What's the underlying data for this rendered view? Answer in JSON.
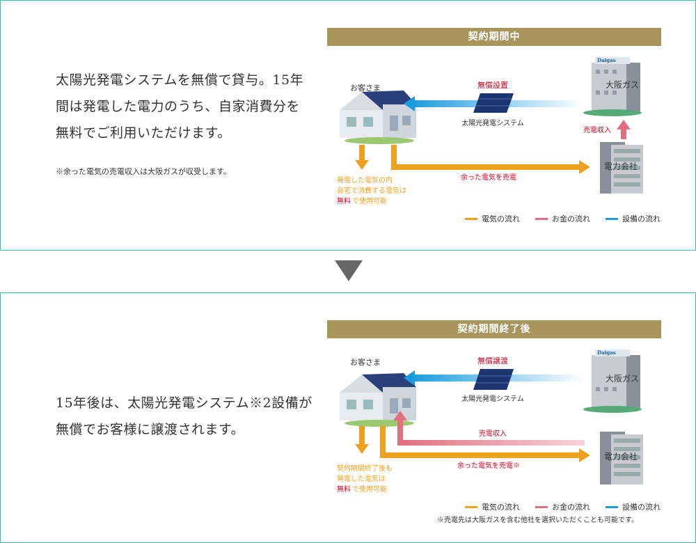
{
  "panel1": {
    "lead": "太陽光発電システムを無償で貸与。15年間は発電した電力のうち、自家消費分を無料でご利用いただけます。",
    "note": "※余った電気の売電収入は大阪ガスが収受します。",
    "header": "契約期間中",
    "customer": "お客さま",
    "transfer_label": "無償設置",
    "panel_label": "太陽光発電システム",
    "osakagas": "大阪ガス",
    "daigas": "Daigas",
    "sale_income": "売電収入",
    "power_company": "電力会社",
    "surplus_label": "余った電気を売電",
    "self_use_line1": "発電した電気の内",
    "self_use_line2": "自宅で消費する電気は",
    "self_use_free": "無料",
    "self_use_rest": "で使用可能"
  },
  "panel2": {
    "lead": "15年後は、太陽光発電システム※2設備が無償でお客様に譲渡されます。",
    "header": "契約期間終了後",
    "customer": "お客さま",
    "transfer_label": "無償譲渡",
    "panel_label": "太陽光発電システム",
    "osakagas": "大阪ガス",
    "daigas": "Daigas",
    "sale_income": "売電収入",
    "power_company": "電力会社",
    "surplus_label": "余った電気を売電※",
    "self_use_line1": "契約期間終了後も",
    "self_use_line2": "発電した電気は",
    "self_use_free": "無料",
    "self_use_rest": "で使用可能",
    "footnote": "※売電先は大阪ガスを含む他社を選択いただくことも可能です。"
  },
  "legend": {
    "electricity": "電気の流れ",
    "money": "お金の流れ",
    "equipment": "設備の流れ"
  },
  "colors": {
    "accent_teal": "#3bb9ad",
    "header_gold": "#a8955a",
    "electricity": "#f0a020",
    "money": "#e0707f",
    "equipment": "#1a9be0",
    "red_text": "#d7001f"
  }
}
